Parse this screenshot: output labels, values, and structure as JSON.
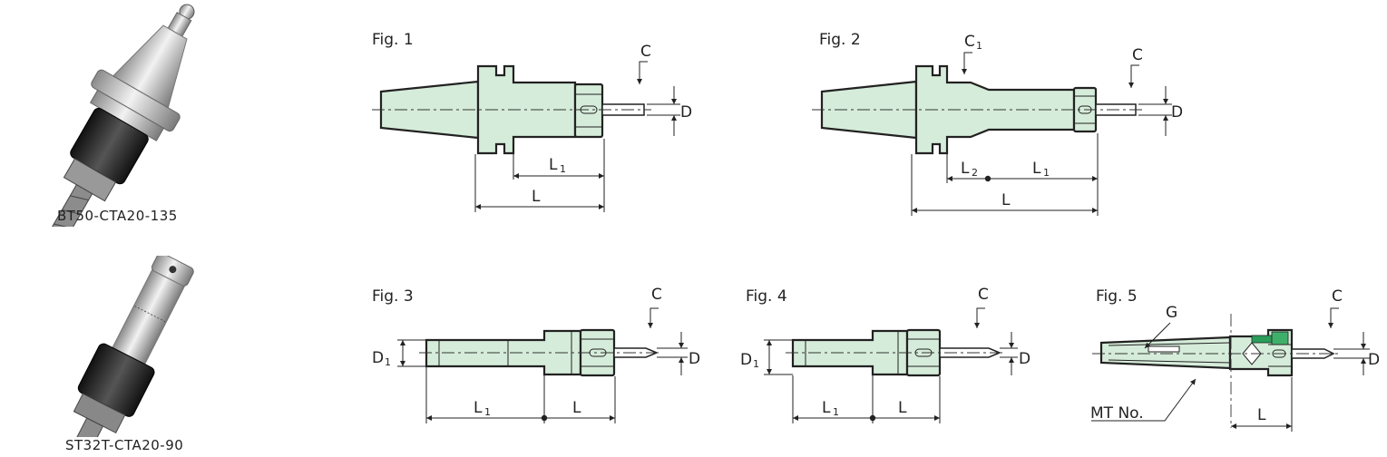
{
  "photos": [
    {
      "caption": "BT50-CTA20-135"
    },
    {
      "caption": "ST32T-CTA20-90"
    }
  ],
  "figures": {
    "fig1": {
      "title": "Fig. 1",
      "C": "C",
      "D": "D",
      "L": "L",
      "L1": "L",
      "L1_sub": "1"
    },
    "fig2": {
      "title": "Fig. 2",
      "C": "C",
      "C1": "C",
      "C1_sub": "1",
      "D": "D",
      "L": "L",
      "L1": "L",
      "L1_sub": "1",
      "L2": "L",
      "L2_sub": "2"
    },
    "fig3": {
      "title": "Fig. 3",
      "C": "C",
      "D": "D",
      "D1": "D",
      "D1_sub": "1",
      "L": "L",
      "L1": "L",
      "L1_sub": "1"
    },
    "fig4": {
      "title": "Fig. 4",
      "C": "C",
      "D": "D",
      "D1": "D",
      "D1_sub": "1",
      "L": "L",
      "L1": "L",
      "L1_sub": "1"
    },
    "fig5": {
      "title": "Fig. 5",
      "C": "C",
      "D": "D",
      "G": "G",
      "L": "L",
      "MT": "MT No."
    }
  },
  "colors": {
    "body": "#d6ecda",
    "accent": "#2a9d5a",
    "line": "#222222"
  }
}
